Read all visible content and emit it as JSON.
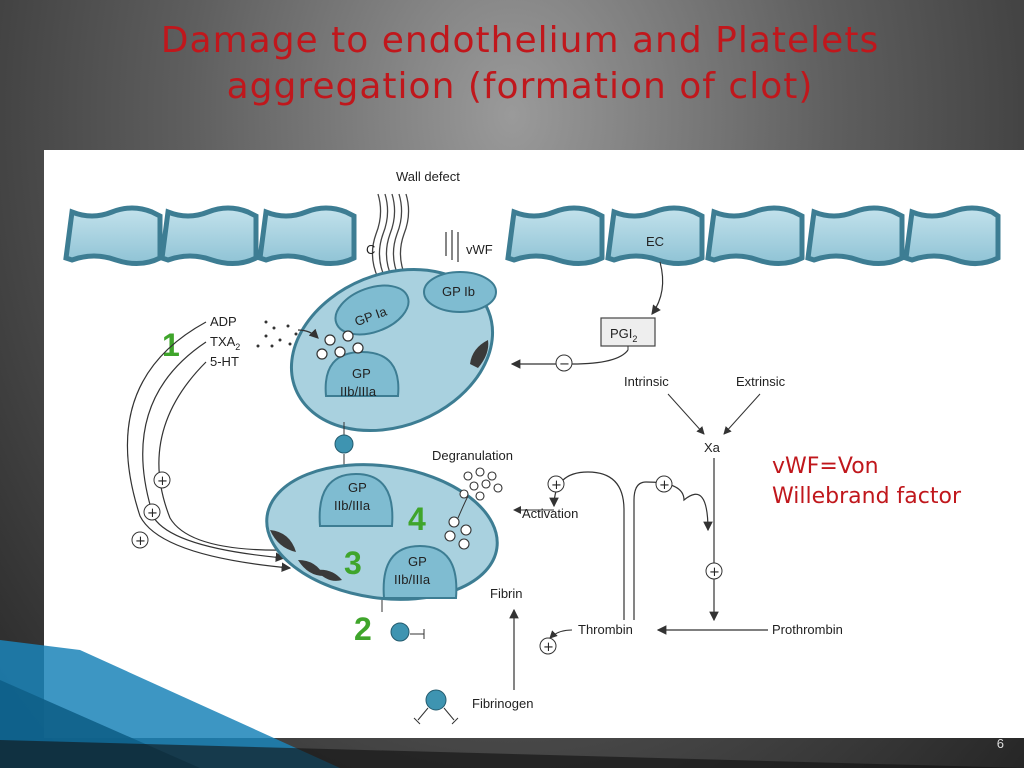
{
  "slide": {
    "title_line1": "Damage to endothelium and Platelets",
    "title_line2": "aggregation (formation of clot)",
    "page_number": "6",
    "note_line1": "vWF=Von",
    "note_line2": "Willebrand factor",
    "title_color": "#c0171c",
    "note_color": "#c0171c"
  },
  "diagram": {
    "wall_defect": "Wall defect",
    "collagen": "C",
    "vwf": "vWF",
    "ec": "EC",
    "pgi": "PGI",
    "pgi_sub": "2",
    "gp_ia": "GP Ia",
    "gp_ib": "GP Ib",
    "gp": "GP",
    "iibiiia": "IIb/IIIa",
    "adp": "ADP",
    "txa": "TXA",
    "txa_sub": "2",
    "ht": "5-HT",
    "intrinsic": "Intrinsic",
    "extrinsic": "Extrinsic",
    "xa": "Xa",
    "degranulation": "Degranulation",
    "activation": "Activation",
    "fibrin": "Fibrin",
    "thrombin": "Thrombin",
    "prothrombin": "Prothrombin",
    "fibrinogen": "Fibrinogen",
    "plus": "+",
    "minus": "−",
    "num1": "1",
    "num2": "2",
    "num3": "3",
    "num4": "4",
    "colors": {
      "cell_fill": "#a9d1df",
      "cell_stroke": "#3d7d93",
      "number_green": "#3fa52b"
    }
  }
}
